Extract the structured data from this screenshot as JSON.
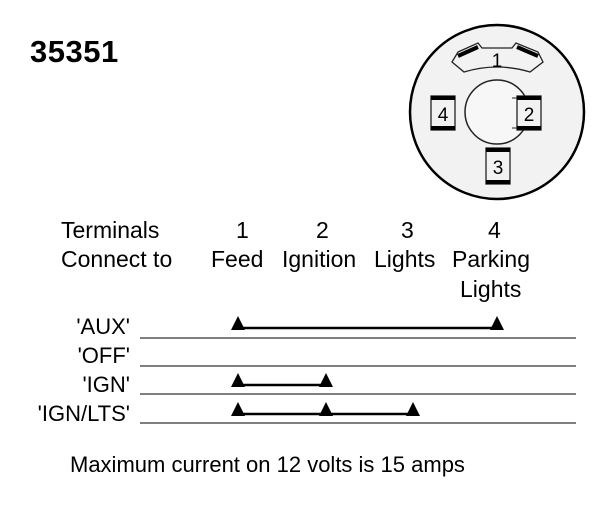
{
  "part_number": "35351",
  "connector": {
    "terminals": [
      {
        "id": "1",
        "label": "1"
      },
      {
        "id": "2",
        "label": "2"
      },
      {
        "id": "3",
        "label": "3"
      },
      {
        "id": "4",
        "label": "4"
      }
    ]
  },
  "table": {
    "row_header_terminals": "Terminals",
    "row_header_connect": "Connect to",
    "columns": [
      {
        "terminal": "1",
        "connect_to": "Feed",
        "connect_to_line2": ""
      },
      {
        "terminal": "2",
        "connect_to": "Ignition",
        "connect_to_line2": ""
      },
      {
        "terminal": "3",
        "connect_to": "Lights",
        "connect_to_line2": ""
      },
      {
        "terminal": "4",
        "connect_to": "Parking",
        "connect_to_line2": "Lights"
      }
    ],
    "positions": [
      {
        "label": "'AUX'",
        "connected_terminals": [
          "1",
          "4"
        ]
      },
      {
        "label": "'OFF'",
        "connected_terminals": []
      },
      {
        "label": "'IGN'",
        "connected_terminals": [
          "1",
          "2"
        ]
      },
      {
        "label": "'IGN/LTS'",
        "connected_terminals": [
          "1",
          "2",
          "3"
        ]
      }
    ]
  },
  "footer": "Maximum current on 12 volts is 15 amps"
}
